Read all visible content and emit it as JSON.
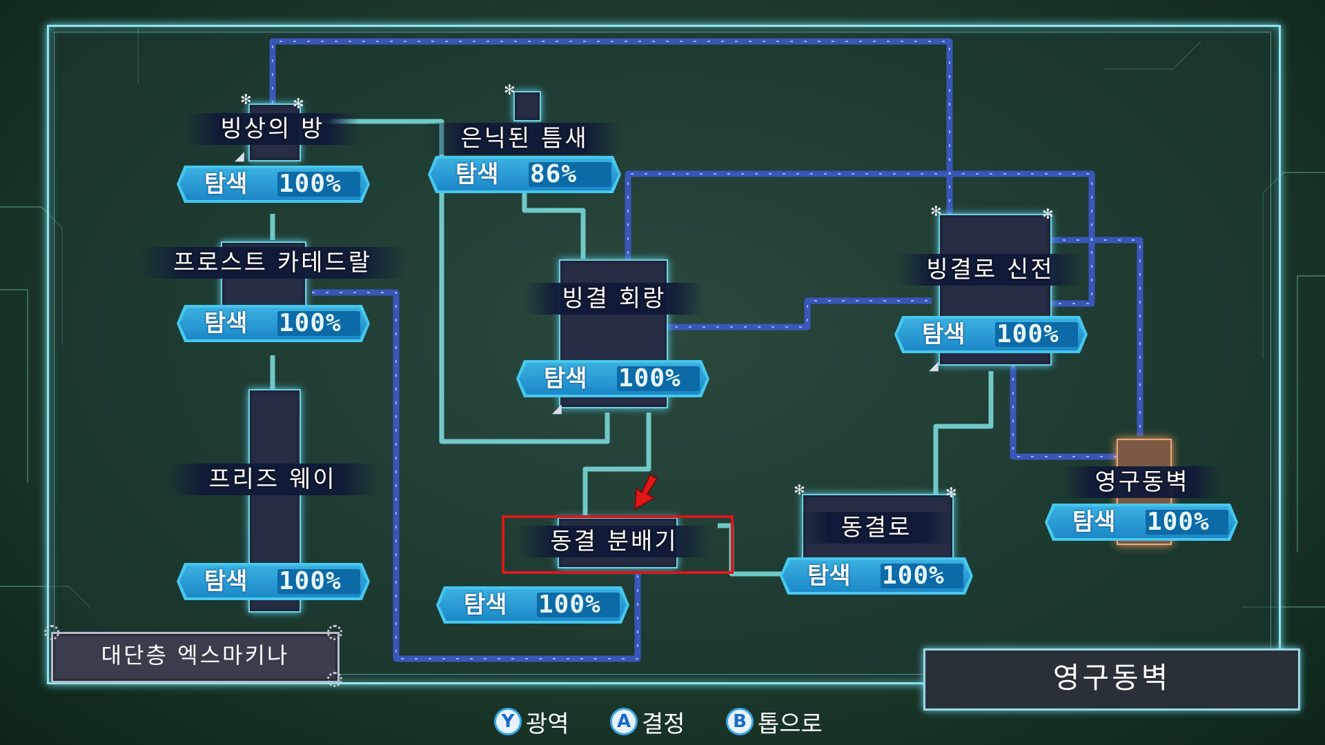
{
  "area_name": "대단층 엑스마키나",
  "current_room_name": "영구동벽",
  "explore_label": "탐색",
  "rooms": [
    {
      "name": "빙상의 방",
      "percent": "100%"
    },
    {
      "name": "은닉된 틈새",
      "percent": "86%"
    },
    {
      "name": "프로스트 카테드랄",
      "percent": "100%"
    },
    {
      "name": "빙결 회랑",
      "percent": "100%"
    },
    {
      "name": "빙결로 신전",
      "percent": "100%"
    },
    {
      "name": "프리즈 웨이",
      "percent": "100%"
    },
    {
      "name": "동결 분배기",
      "percent": "100%"
    },
    {
      "name": "동결로",
      "percent": "100%"
    },
    {
      "name": "영구동벽",
      "percent": "100%"
    }
  ],
  "buttons": [
    {
      "key": "Y",
      "label": "광역",
      "color": "#38a8e8"
    },
    {
      "key": "A",
      "label": "결정",
      "color": "#38a8e8"
    },
    {
      "key": "B",
      "label": "톱으로",
      "color": "#38a8e8"
    }
  ],
  "colors": {
    "frame": "#8fe6f0",
    "highlight": "#d8181c",
    "corridor": "#3a56b8",
    "pipe": "#7fe0e0",
    "current_room": "#7a5a44"
  },
  "icons": [
    "gear-icon",
    "door-icon",
    "sparkle-icon",
    "cursor-arrow-icon"
  ]
}
